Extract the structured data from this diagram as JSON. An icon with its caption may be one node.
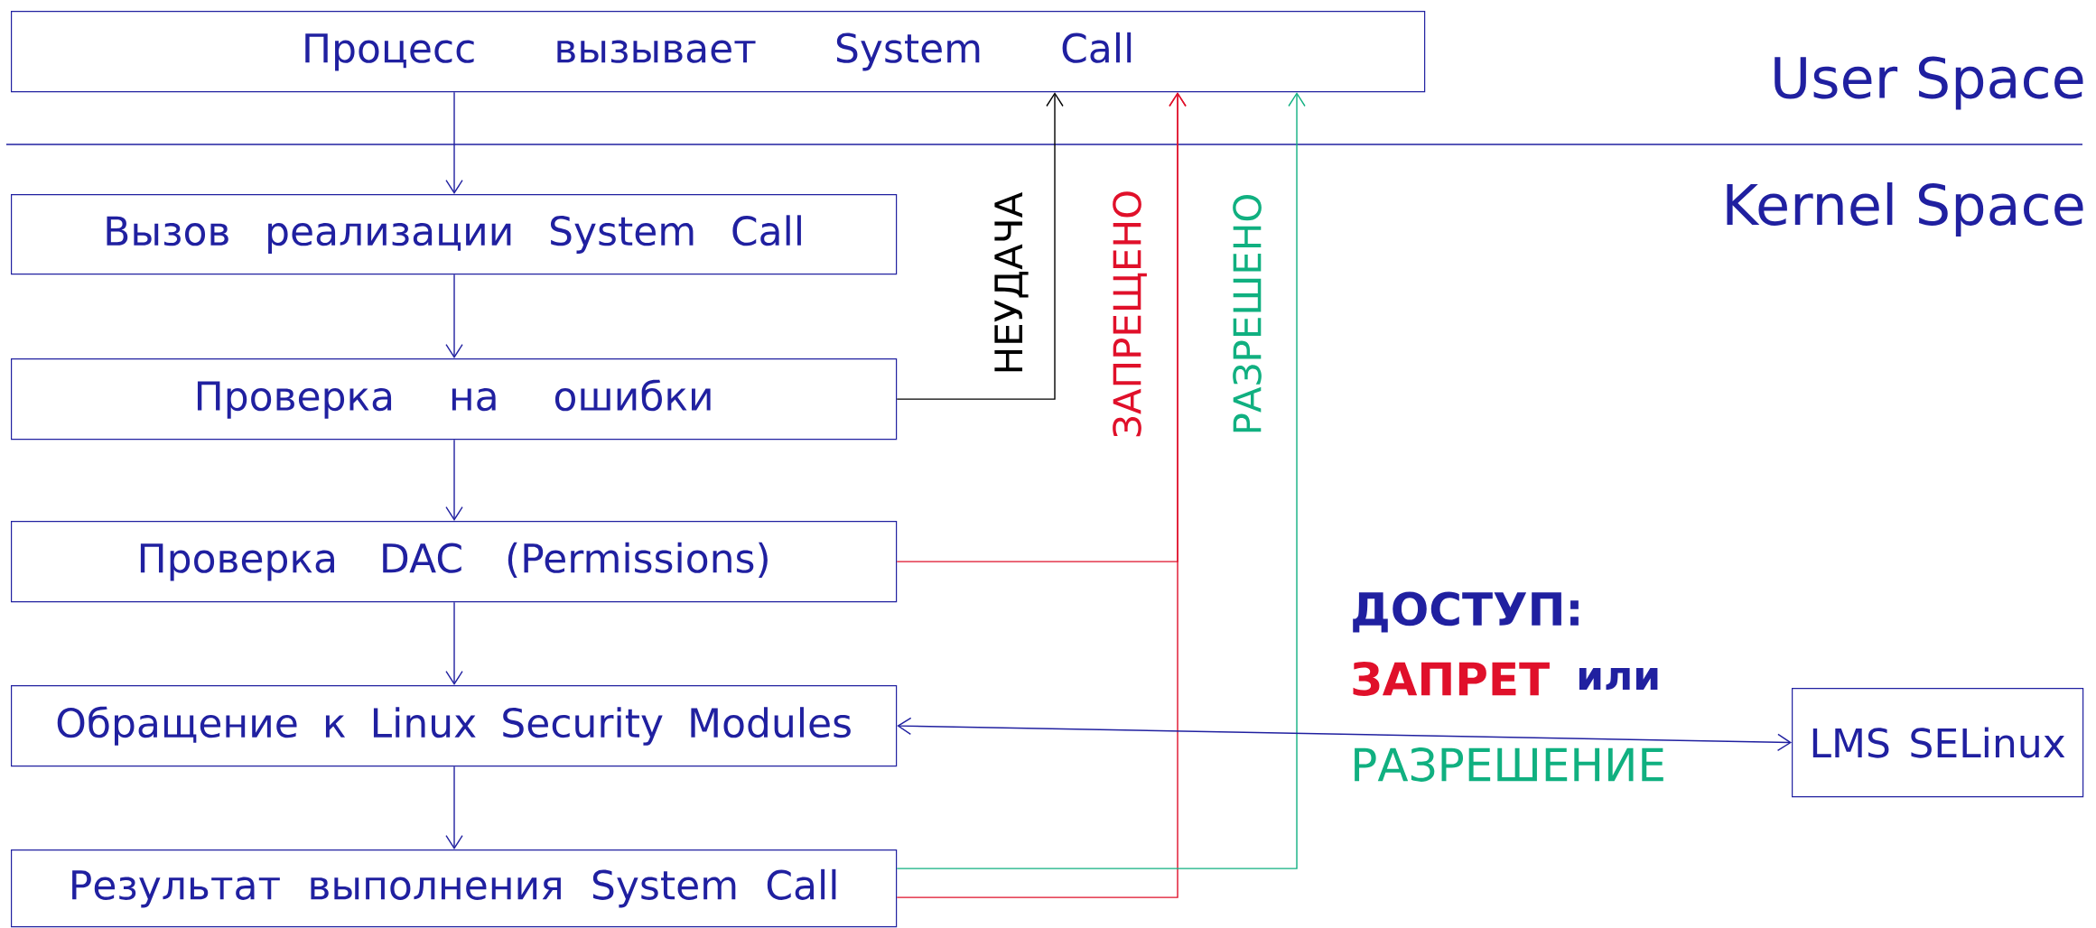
{
  "diagram": {
    "nodes": [
      {
        "text": [
          "Процесс вызывает System Call"
        ]
      },
      {
        "text": [
          "Вызов реализации System Call"
        ]
      },
      {
        "text": [
          "Проверка на ошибки"
        ]
      },
      {
        "text": [
          "Проверка DAC (Permissions)"
        ]
      },
      {
        "text": [
          "Обращение к Linux Security Modules"
        ]
      },
      {
        "text": [
          "Результат выполнения System Call"
        ]
      },
      {
        "text": [
          "LMS SELinux"
        ]
      }
    ],
    "edges": [
      {
        "from": 0,
        "to": 1,
        "arrow": "to"
      },
      {
        "from": 1,
        "to": 2,
        "arrow": "to"
      },
      {
        "from": 2,
        "to": 3,
        "arrow": "to"
      },
      {
        "from": 3,
        "to": 4,
        "arrow": "to"
      },
      {
        "from": 4,
        "to": 5,
        "arrow": "to"
      },
      {
        "from": 2,
        "to": 0,
        "arrow": "to",
        "label": "НЕУДАЧА",
        "color": "#000000"
      },
      {
        "from": 3,
        "to": 0,
        "arrow": "to",
        "label": "ЗАПРЕЩЕНО",
        "color": "#e0102a"
      },
      {
        "from": 5,
        "to": 0,
        "arrow": "to",
        "color": "#e0102a"
      },
      {
        "from": 5,
        "to": 0,
        "arrow": "to",
        "label": "РАЗРЕШЕНО",
        "color": "#10b080"
      },
      {
        "from": 4,
        "to": 6,
        "arrow": "both"
      }
    ],
    "labels": [
      "User Space",
      "Kernel Space",
      "ДОСТУП:",
      "ЗАПРЕТ",
      "или",
      "РАЗРЕШЕНИЕ"
    ]
  }
}
